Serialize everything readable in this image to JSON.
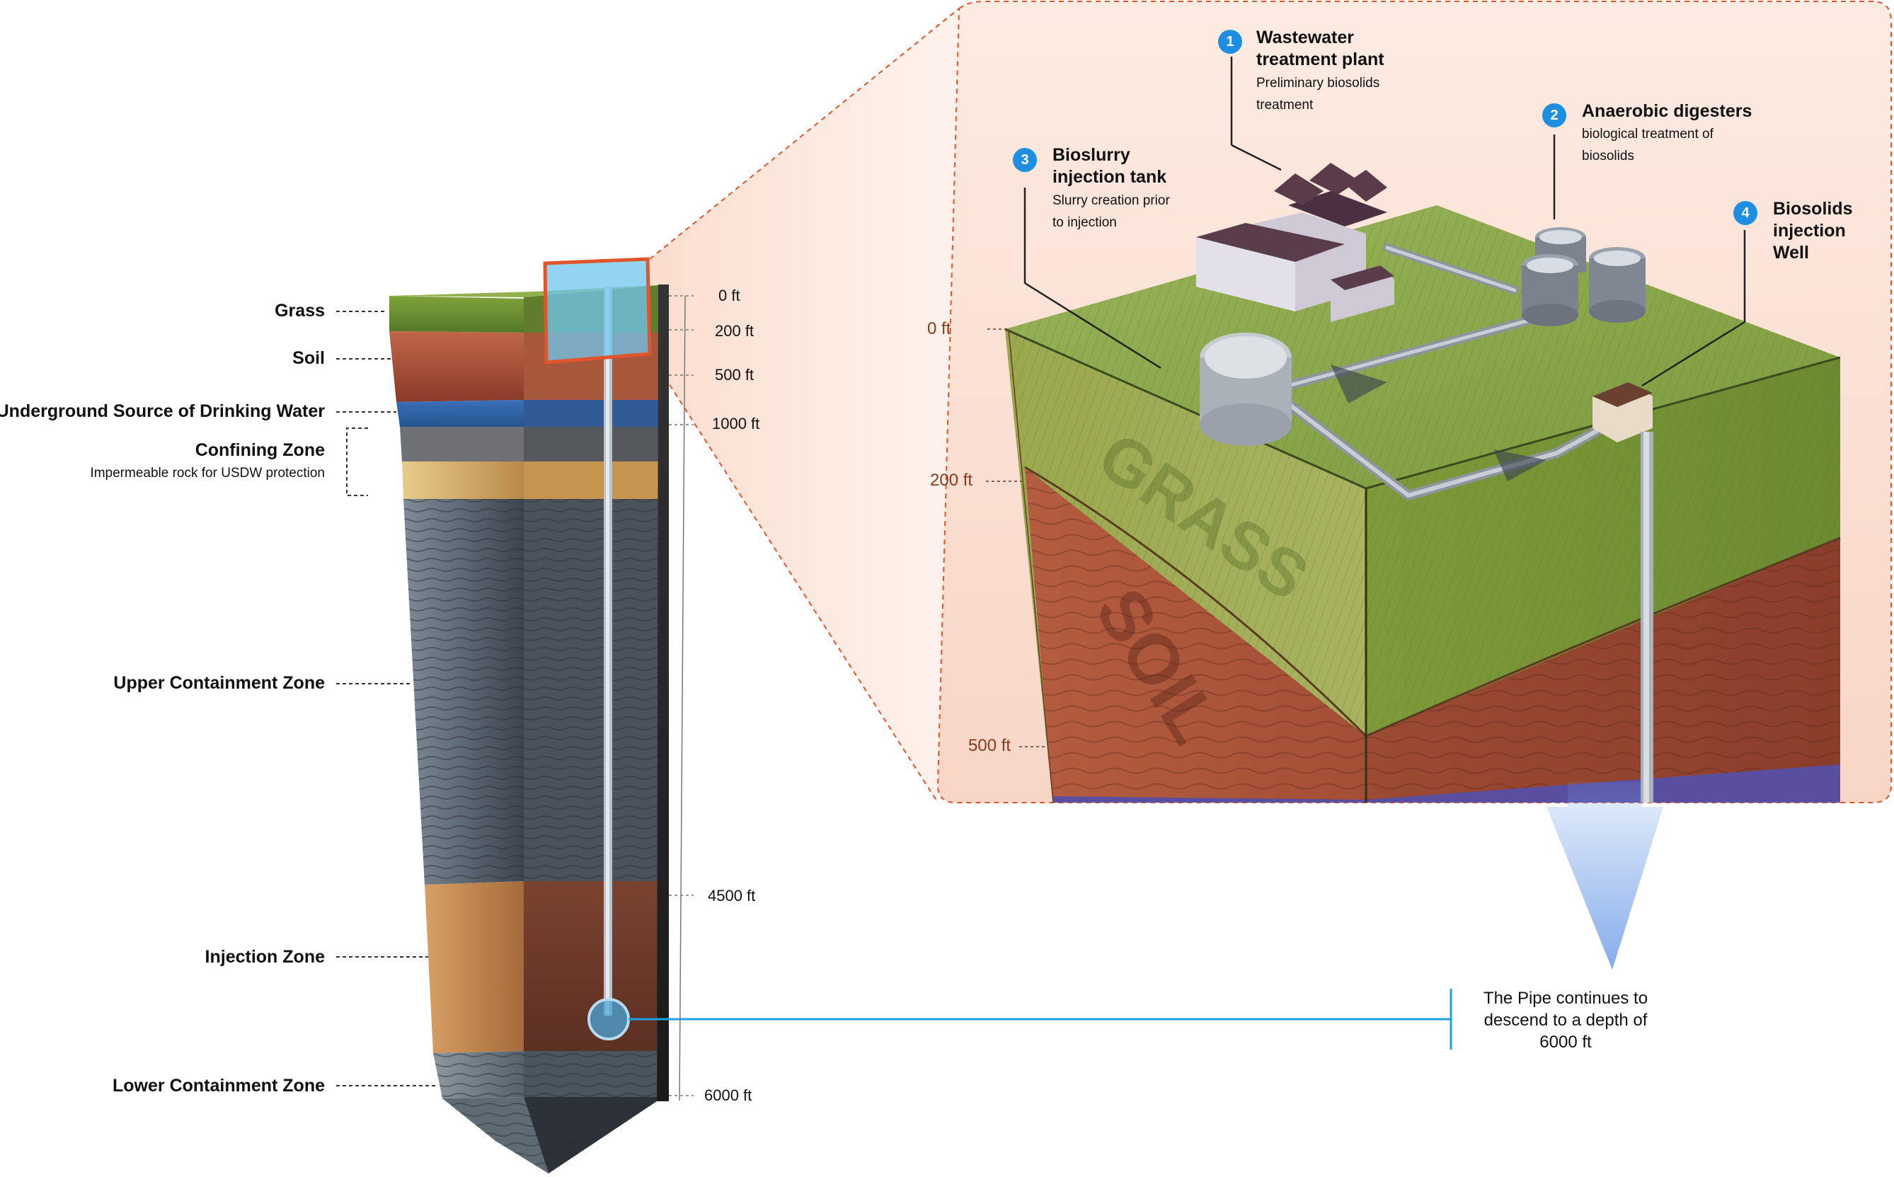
{
  "column": {
    "zones": [
      {
        "label": "Grass"
      },
      {
        "label": "Soil"
      },
      {
        "label": "Underground Source of Drinking Water"
      },
      {
        "label": "Confining Zone",
        "sublabel": "Impermeable rock for USDW protection"
      },
      {
        "label": "Upper Containment Zone"
      },
      {
        "label": "Injection Zone"
      },
      {
        "label": "Lower Containment Zone"
      }
    ],
    "depths": [
      "0 ft",
      "200 ft",
      "500 ft",
      "1000 ft",
      "4500 ft",
      "6000 ft"
    ]
  },
  "zoom": {
    "depths": [
      "0 ft",
      "200 ft",
      "500 ft"
    ],
    "layer_words": {
      "grass": "GRASS",
      "soil": "SOIL"
    },
    "callouts": [
      {
        "number": "1",
        "title": "Wastewater treatment plant",
        "desc": "Preliminary biosolids treatment"
      },
      {
        "number": "2",
        "title": "Anaerobic digesters",
        "desc": "biological treatment of biosolids"
      },
      {
        "number": "3",
        "title": "Bioslurry injection tank",
        "desc": "Slurry creation prior to injection"
      },
      {
        "number": "4",
        "title": "Biosolids injection Well",
        "desc": ""
      }
    ]
  },
  "note": "The Pipe continues to descend to a depth of 6000 ft",
  "colors": {
    "accent_orange": "#e0552b",
    "callout_blue": "#1e8fe0",
    "connector_blue": "#1aa3e0",
    "depth_brown": "#8a3a1e"
  }
}
